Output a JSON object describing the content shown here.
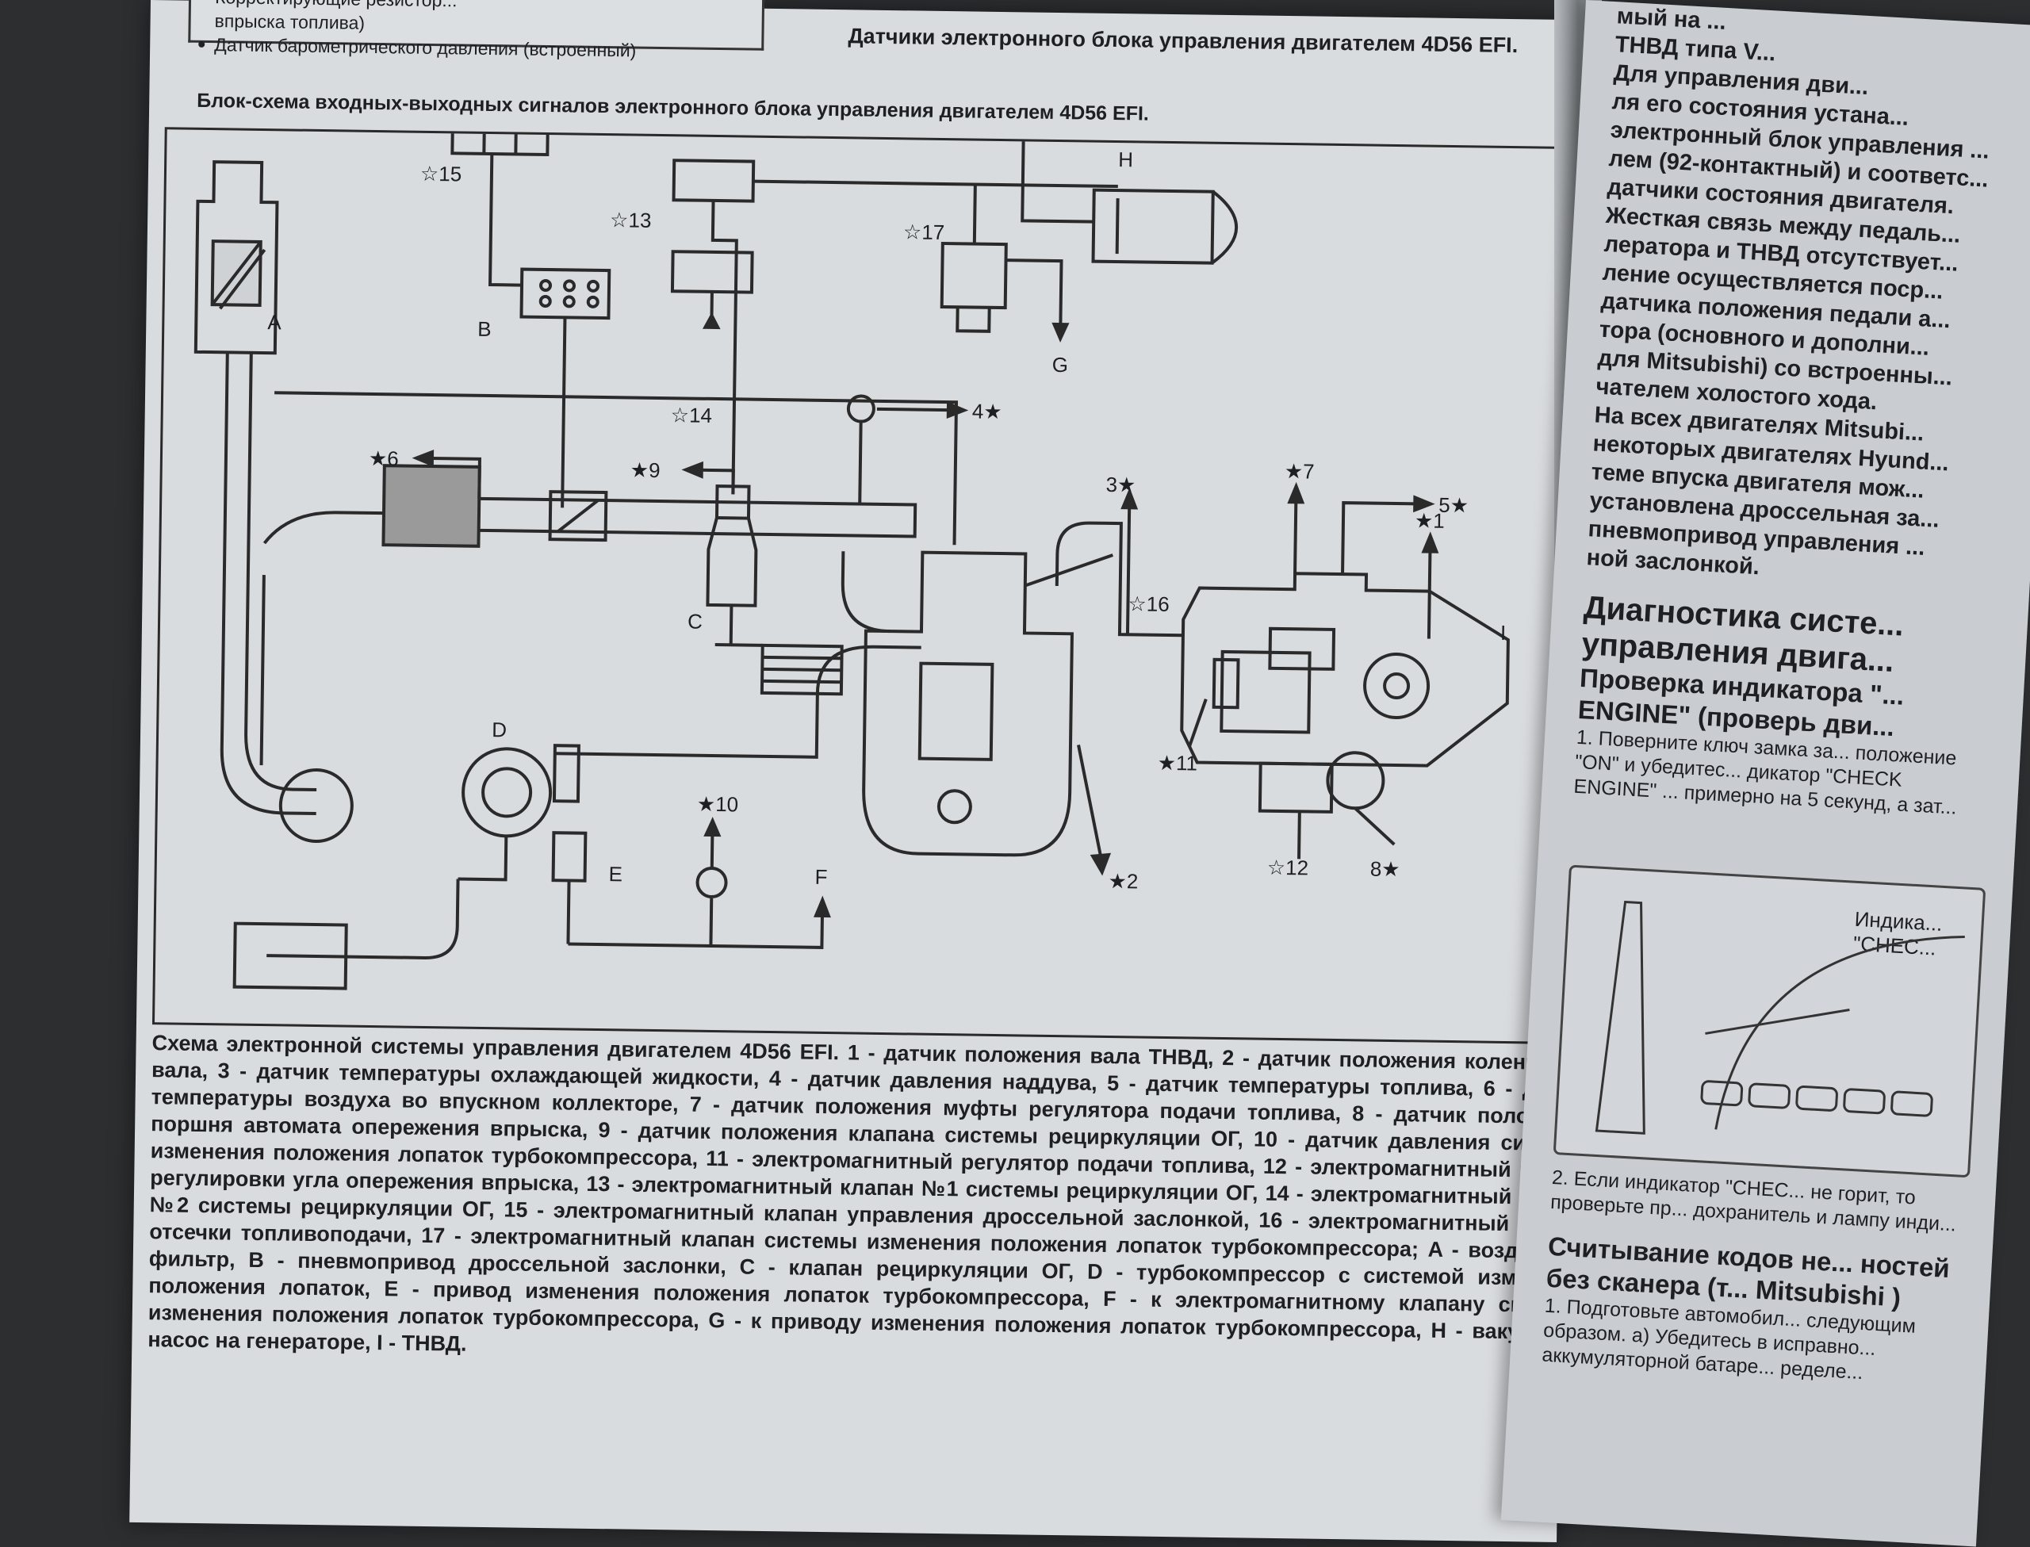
{
  "legend": {
    "items": [
      "Корректирующие резистор...",
      "впрыска топлива)",
      "Датчик барометрического давления (встроенный)"
    ]
  },
  "page_title": "Датчики электронного блока управления двигателем 4D56 EFI.",
  "diagram_title": "Блок-схема входных-выходных сигналов электронного блока управления двигателем 4D56 EFI.",
  "diagram": {
    "labels": {
      "A": "A",
      "B": "B",
      "C": "C",
      "D": "D",
      "E": "E",
      "F": "F",
      "G": "G",
      "H": "H",
      "I": "I",
      "s1": "★1",
      "s2": "★2",
      "s3": "3★",
      "s4": "4★",
      "s5": "5★",
      "s6": "★6",
      "s7": "★7",
      "s8": "8★",
      "s9": "★9",
      "s10": "★10",
      "s11": "★11",
      "s12": "☆12",
      "s13": "☆13",
      "s14": "☆14",
      "s15": "☆15",
      "s16": "☆16",
      "s17": "☆17"
    }
  },
  "caption": "Схема электронной системы управления двигателем 4D56 EFI. 1 - датчик положения вала ТНВД, 2 - датчик положения коленчатого вала, 3 - датчик температуры охлаждающей жидкости, 4 - датчик давления наддува, 5 - датчик температуры топлива, 6 - датчик температуры воздуха во впускном коллекторе, 7 - датчик положения муфты регулятора подачи топлива, 8 - датчик положения поршня автомата опережения впрыска, 9 - датчик положения клапана системы рециркуляции ОГ, 10 - датчик давления системы изменения положения лопаток турбокомпрессора, 11 - электромагнитный регулятор подачи топлива, 12 - электромагнитный клапан регулировки угла опережения впрыска, 13 - электромагнитный клапан №1 системы рециркуляции ОГ, 14 - электромагнитный клапан №2 системы рециркуляции ОГ, 15 - электромагнитный клапан управления дроссельной заслонкой, 16 - электромагнитный клапан отсечки топливоподачи, 17 - электромагнитный клапан системы изменения положения лопаток турбокомпрессора; A - воздушный фильтр, B - пневмопривод дроссельной заслонки, C - клапан рециркуляции ОГ, D - турбокомпрессор с системой изменения положения лопаток, E - привод изменения положения лопаток турбокомпрессора, F - к электромагнитному клапану системы изменения положения лопаток турбокомпрессора, G - к приводу изменения положения лопаток турбокомпрессора, H - вакуумный насос на генераторе, I - ТНВД.",
  "right_page": {
    "lines": [
      "мый на ...",
      "ТНВД типа V...",
      "Для управления дви...",
      "ля его состояния устана...",
      "электронный блок управления ...",
      "лем (92-контактный) и соответс...",
      "датчики состояния двигателя.",
      "Жесткая связь между педаль...",
      "лератора и ТНВД отсутствует...",
      "ление осуществляется поср...",
      "датчика положения педали а...",
      "тора (основного и дополни...",
      "для Mitsubishi) со встроенны...",
      "чателем холостого хода.",
      "На всех двигателях Mitsubi...",
      "некоторых двигателях Hyund...",
      "теме впуска двигателя мож...",
      "установлена дроссельная за...",
      "пневмопривод управления ...",
      "ной заслонкой."
    ],
    "heading": "Диагностика систе... управления двига...",
    "subheading": "Проверка индикатора \"... ENGINE\" (проверь дви...",
    "step1": "1. Поверните ключ замка за... положение \"ON\" и убедитес... дикатор \"CHECK ENGINE\" ... примерно на 5 секунд, а зат...",
    "dash_label": "Индика... \"CHEC...",
    "step2": "2. Если индикатор \"CHEC... не горит, то проверьте пр... дохранитель и лампу инди...",
    "subheading2": "Считывание кодов не... ностей без сканера (т... Mitsubishi )",
    "step3": "1. Подготовьте автомобил... следующим образом. а) Убедитесь в исправно... аккумуляторной батаре... ределе..."
  }
}
